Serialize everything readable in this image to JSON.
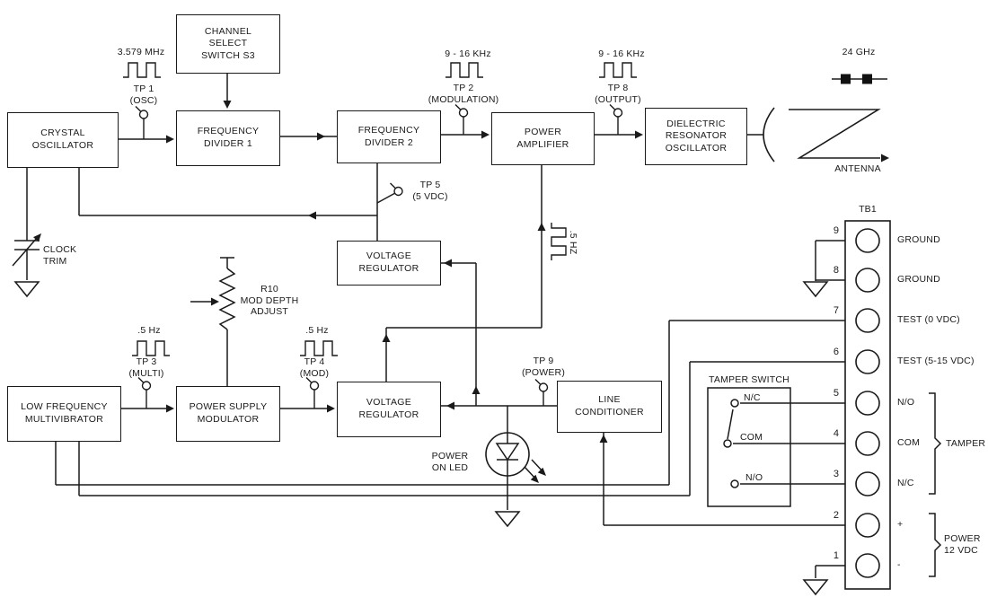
{
  "colors": {
    "ink": "#1a1a1a",
    "background": "#ffffff"
  },
  "boxes": {
    "channel_select": "CHANNEL\nSELECT\nSWITCH S3",
    "crystal_oscillator": "CRYSTAL\nOSCILLATOR",
    "frequency_divider_1": "FREQUENCY\nDIVIDER 1",
    "frequency_divider_2": "FREQUENCY\nDIVIDER 2",
    "power_amplifier": "POWER\nAMPLIFIER",
    "dielectric_resonator_oscillator": "DIELECTRIC\nRESONATOR\nOSCILLATOR",
    "voltage_regulator_top": "VOLTAGE\nREGULATOR",
    "low_frequency_multivibrator": "LOW FREQUENCY\nMULTIVIBRATOR",
    "power_supply_modulator": "POWER SUPPLY\nMODULATOR",
    "voltage_regulator_bottom": "VOLTAGE\nREGULATOR",
    "line_conditioner": "LINE\nCONDITIONER"
  },
  "signals": {
    "crystal_freq": "3.579 MHz",
    "mod_freq_1": "9 - 16 KHz",
    "mod_freq_2": "9 - 16 KHz",
    "carrier_freq": "24 GHz",
    "multi_rate": ".5 Hz",
    "mod_rate": ".5 Hz",
    "pa_mod_rate": ".5 HZ"
  },
  "test_points": {
    "tp1": "TP 1\n(OSC)",
    "tp2": "TP 2\n(MODULATION)",
    "tp8": "TP 8\n(OUTPUT)",
    "tp5": "TP 5\n(5 VDC)",
    "tp3": "TP 3\n(MULTI)",
    "tp4": "TP 4\n(MOD)",
    "tp9": "TP 9\n(POWER)"
  },
  "misc": {
    "clock_trim": "CLOCK\nTRIM",
    "r10_adjust": "R10\nMOD DEPTH\nADJUST",
    "antenna": "ANTENNA",
    "power_on_led": "POWER\nON LED"
  },
  "tamper_switch": {
    "title": "TAMPER SWITCH",
    "contacts": [
      {
        "label": "N/C"
      },
      {
        "label": "COM"
      },
      {
        "label": "N/O"
      }
    ]
  },
  "terminal_block": {
    "title": "TB1",
    "terminals": [
      {
        "number": "9",
        "label": "GROUND"
      },
      {
        "number": "8",
        "label": "GROUND"
      },
      {
        "number": "7",
        "label": "TEST (0 VDC)"
      },
      {
        "number": "6",
        "label": "TEST (5-15 VDC)"
      },
      {
        "number": "5",
        "label": "N/O"
      },
      {
        "number": "4",
        "label": "COM"
      },
      {
        "number": "3",
        "label": "N/C"
      },
      {
        "number": "2",
        "label": "+"
      },
      {
        "number": "1",
        "label": "-"
      }
    ],
    "groups": [
      {
        "label": "TAMPER"
      },
      {
        "label": "POWER\n12 VDC"
      }
    ]
  }
}
